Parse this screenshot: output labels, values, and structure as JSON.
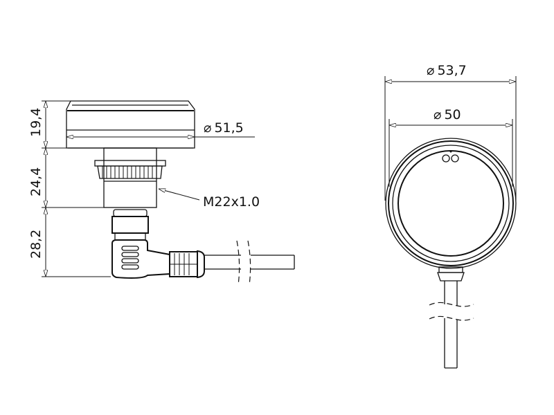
{
  "side_view": {
    "dimensions": {
      "height_top": "19,4",
      "height_middle": "24,4",
      "height_bottom": "28,2",
      "diameter_cap": "51,5"
    },
    "thread_label": "M22x1.0",
    "diameter_symbol": "⌀"
  },
  "front_view": {
    "dimensions": {
      "outer_diameter": "53,7",
      "inner_diameter": "50"
    },
    "diameter_symbol": "⌀"
  }
}
